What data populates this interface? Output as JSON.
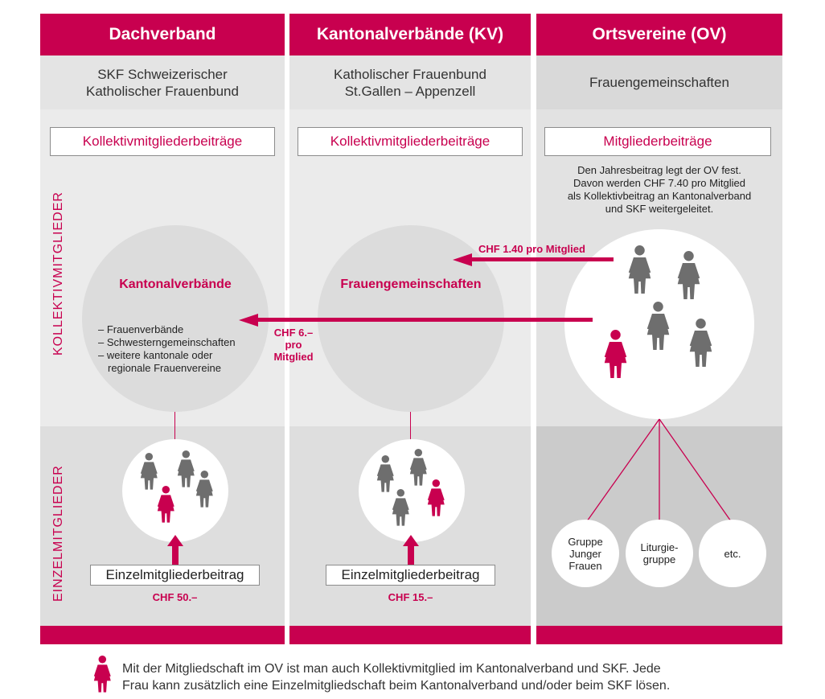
{
  "columns": [
    {
      "header": "Dachverband",
      "subtitle": [
        "SKF Schweizerischer",
        "Katholischer Frauenbund"
      ],
      "fee_box": "Kollektivmitgliederbeiträge",
      "circle_title": "Kantonalverbände",
      "list": [
        "– Frauenverbände",
        "– Schwesterngemeinschaften",
        "– weitere kantonale oder",
        "regionale Frauenvereine"
      ],
      "individual_box": "Einzelmitgliederbeitrag",
      "individual_fee": "CHF 50.–"
    },
    {
      "header": "Kantonalverbände (KV)",
      "subtitle": [
        "Katholischer Frauenbund",
        "St.Gallen – Appenzell"
      ],
      "fee_box": "Kollektivmitgliederbeiträge",
      "circle_title": "Frauengemeinschaften",
      "individual_box": "Einzelmitgliederbeitrag",
      "individual_fee": "CHF 15.–"
    },
    {
      "header": "Ortsvereine (OV)",
      "subtitle": [
        "Frauengemeinschaften"
      ],
      "fee_box": "Mitgliederbeiträge",
      "description": [
        "Den Jahresbeitrag legt der OV fest.",
        "Davon werden CHF 7.40 pro Mitglied",
        "als Kollektivbeitrag an Kantonalverband",
        "und SKF weitergeleitet."
      ],
      "groups": [
        [
          "Gruppe",
          "Junger",
          "Frauen"
        ],
        [
          "Liturgie-",
          "gruppe"
        ],
        [
          "etc."
        ]
      ]
    }
  ],
  "side_labels": {
    "collective": "KOLLEKTIVMITGLIEDER",
    "individual": "EINZELMITGLIEDER"
  },
  "arrows": {
    "to_kv": "CHF 1.40 pro Mitglied",
    "to_dach": [
      "CHF 6.–",
      "pro",
      "Mitglied"
    ]
  },
  "footnote": [
    "Mit der Mitgliedschaft im OV ist man auch Kollektivmitglied im Kantonalverband und SKF. Jede",
    "Frau kann zusätzlich eine Einzelmitgliedschaft beim Kantonalverband und/oder beim SKF lösen."
  ],
  "colors": {
    "accent": "#c8004f",
    "figure_gray": "#6e6e6e",
    "band_light": "#ebebeb",
    "band_mid": "#dedede",
    "band_dark": "#cbcbcb"
  },
  "icons": [
    "woman-figure-icon",
    "arrow-left-icon",
    "arrow-up-icon"
  ]
}
